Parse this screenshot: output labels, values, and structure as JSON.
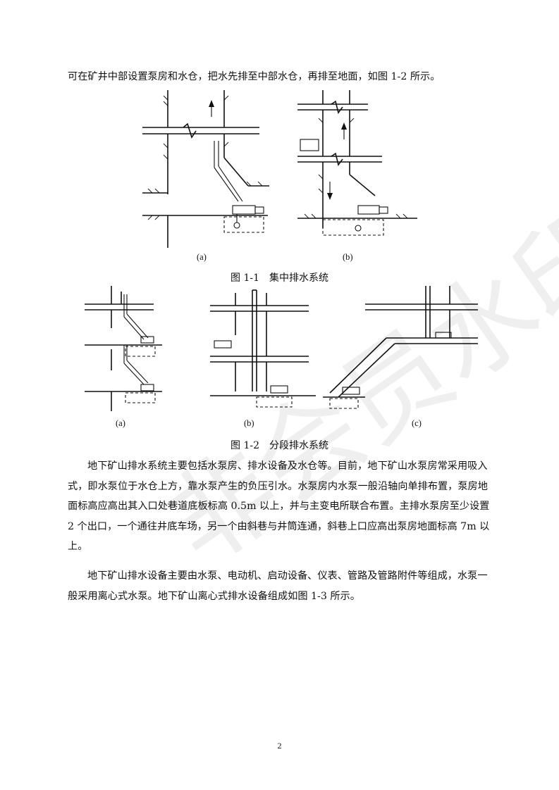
{
  "intro_line": "可在矿井中部设置泵房和水仓，把水先排至中部水仓，再排至地面，如图 1-2 所示。",
  "figure_1_1": {
    "caption": "图 1-1　集中排水系统",
    "sub_labels": [
      "(a)",
      "(b)"
    ]
  },
  "figure_1_2": {
    "caption": "图 1-2　分段排水系统",
    "sub_labels": [
      "(a)",
      "(b)",
      "(c)"
    ]
  },
  "paragraphs": [
    "地下矿山排水系统主要包括水泵房、排水设备及水仓等。目前，地下矿山水泵房常采用吸入式，即水泵位于水仓上方，靠水泵产生的负压引水。水泵房内水泵一般沿轴向单排布置，泵房地面标高应高出其入口处巷道底板标高 0.5m 以上，并与主变电所联合布置。主排水泵房至少设置 2 个出口，一个通往井底车场，另一个由斜巷与井筒连通，斜巷上口应高出泵房地面标高 7m 以上。",
    "地下矿山排水设备主要由水泵、电动机、启动设备、仪表、管路及管路附件等组成，水泵一般采用离心式水泵。地下矿山离心式排水设备组成如图 1-3 所示。"
  ],
  "watermark": "非会员水印",
  "page_number": "2"
}
